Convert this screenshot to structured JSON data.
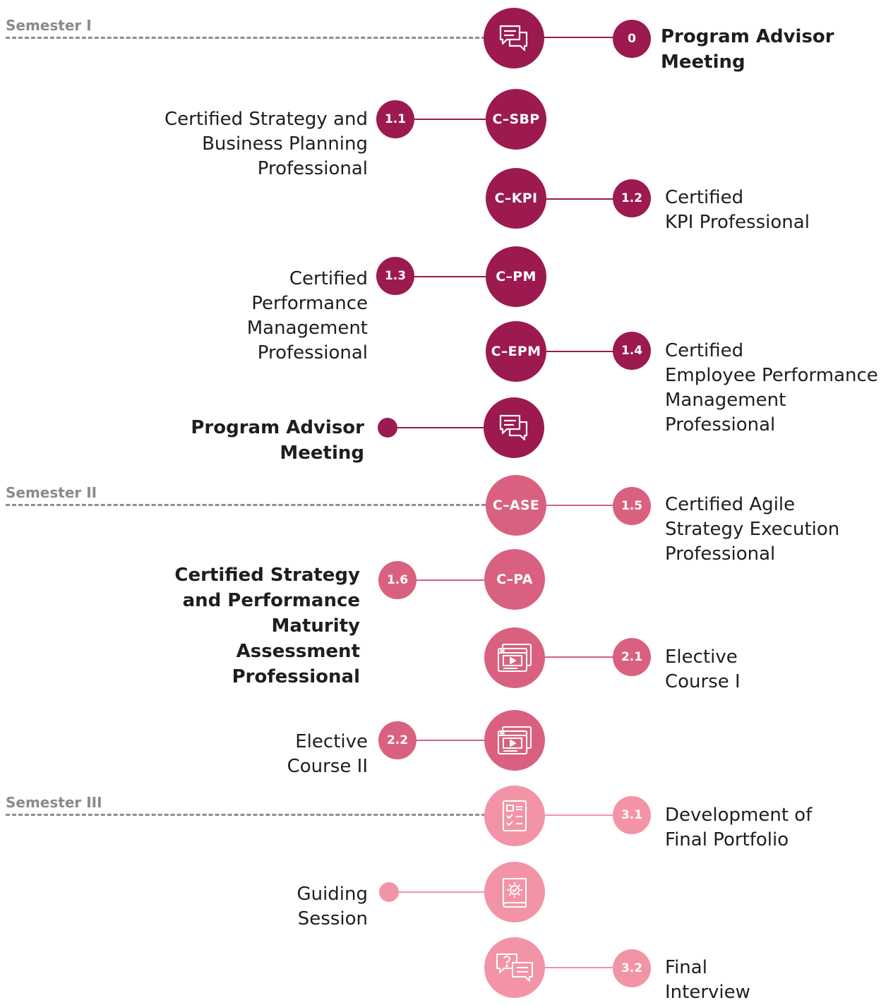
{
  "semesters": [
    {
      "label": "Semester I"
    },
    {
      "label": "Semester II"
    },
    {
      "label": "Semester III"
    }
  ],
  "steps": {
    "meeting_top": {
      "number": "0",
      "label_lines": [
        "Program Advisor",
        "Meeting"
      ],
      "icon": "chat-bubbles-icon"
    },
    "s1_1": {
      "code": "C–SBP",
      "number": "1.1",
      "label_lines": [
        "Certified Strategy and",
        "Business Planning",
        "Professional"
      ]
    },
    "s1_2": {
      "code": "C–KPI",
      "number": "1.2",
      "label_lines": [
        "Certified",
        "KPI Professional"
      ]
    },
    "s1_3": {
      "code": "C–PM",
      "number": "1.3",
      "label_lines": [
        "Certified",
        "Performance",
        "Management",
        "Professional"
      ]
    },
    "s1_4": {
      "code": "C–EPM",
      "number": "1.4",
      "label_lines": [
        "Certified",
        "Employee Performance",
        "Management",
        "Professional"
      ]
    },
    "meeting_mid": {
      "label_lines": [
        "Program Advisor",
        "Meeting"
      ],
      "icon": "chat-bubbles-icon"
    },
    "s1_5": {
      "code": "C–ASE",
      "number": "1.5",
      "label_lines": [
        "Certified Agile",
        "Strategy Execution",
        "Professional"
      ]
    },
    "s1_6": {
      "code": "C–PA",
      "number": "1.6",
      "label_lines": [
        "Certified Strategy",
        "and Performance",
        "Maturity",
        "Assessment",
        "Professional"
      ]
    },
    "s2_1": {
      "number": "2.1",
      "label_lines": [
        "Elective",
        "Course I"
      ],
      "icon": "video-course-icon"
    },
    "s2_2": {
      "number": "2.2",
      "label_lines": [
        "Elective",
        "Course II"
      ],
      "icon": "video-course-icon"
    },
    "s3_1": {
      "number": "3.1",
      "label_lines": [
        "Development of",
        "Final Portfolio"
      ],
      "icon": "checklist-icon"
    },
    "guiding": {
      "label_lines": [
        "Guiding",
        "Session"
      ],
      "icon": "gear-book-icon"
    },
    "s3_2": {
      "number": "3.2",
      "label_lines": [
        "Final",
        "Interview"
      ],
      "icon": "question-chat-icon"
    }
  },
  "colors": {
    "dark": "#9c1a4f",
    "medium": "#d9617f",
    "light": "#f294a6",
    "semester_text": "#8a8a8a"
  }
}
